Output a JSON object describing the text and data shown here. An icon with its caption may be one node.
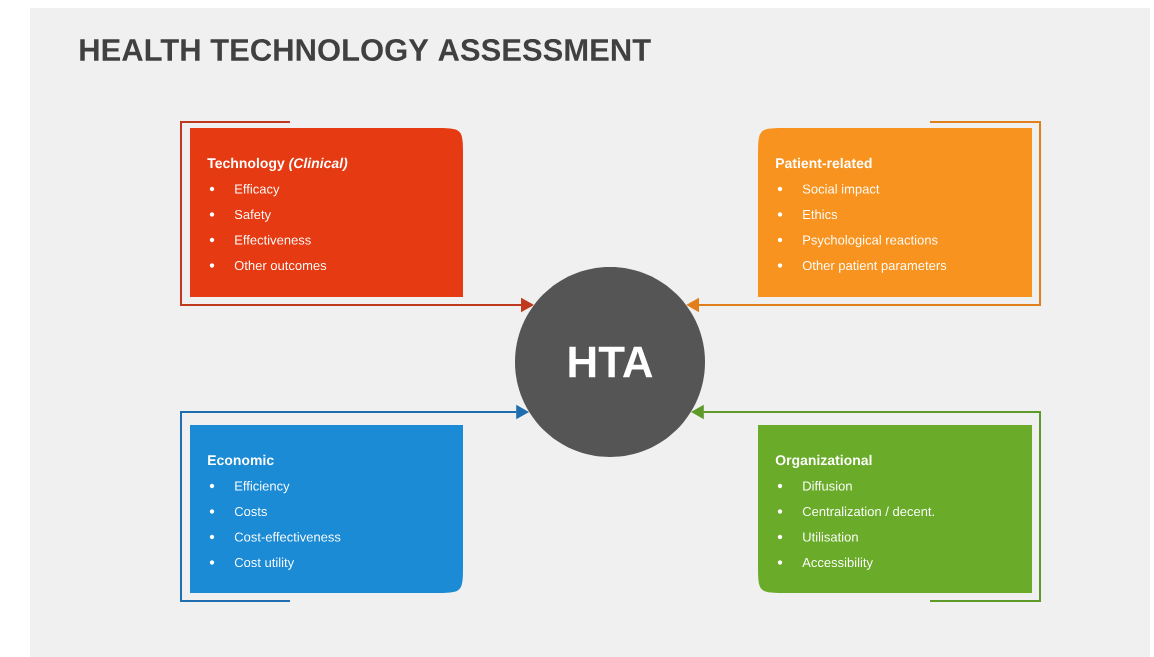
{
  "diagram": {
    "title": "HEALTH TECHNOLOGY ASSESSMENT",
    "nodes": [
      {
        "text": [
          "Technology *(Clinical)*",
          "Efficacy",
          "Safety",
          "Effectiveness",
          "Other outcomes"
        ]
      },
      {
        "text": [
          "Patient-related",
          "Social impact",
          "Ethics",
          "Psychological reactions",
          "Other patient parameters"
        ]
      },
      {
        "text": [
          "HTA"
        ]
      },
      {
        "text": [
          "Economic",
          "Efficiency",
          "Costs",
          "Cost-effectiveness",
          "Cost utility"
        ]
      },
      {
        "text": [
          "Organizational",
          "Diffusion",
          "Centralization / decent.",
          "Utilisation",
          "Accessibility"
        ]
      }
    ],
    "edges": [
      {
        "from": 0,
        "to": 2,
        "arrow": "to",
        "color": "#c0391f"
      },
      {
        "from": 1,
        "to": 2,
        "arrow": "to",
        "color": "#e07f1c"
      },
      {
        "from": 3,
        "to": 2,
        "arrow": "to",
        "color": "#1f6fb0"
      },
      {
        "from": 4,
        "to": 2,
        "arrow": "to",
        "color": "#5e9a2a"
      }
    ]
  }
}
